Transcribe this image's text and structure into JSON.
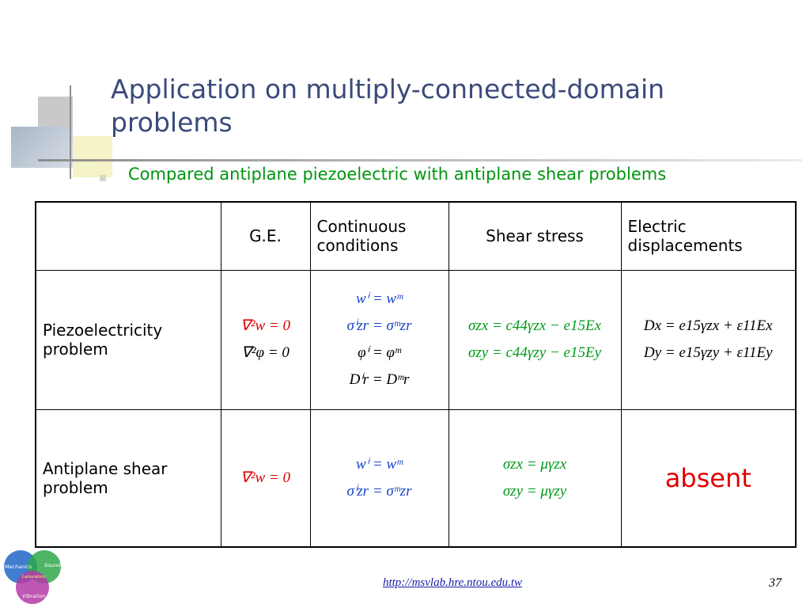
{
  "slide": {
    "title": "Application on multiply-connected-domain problems",
    "bullet": "Compared antiplane piezoelectric with antiplane shear problems",
    "page_number": "37"
  },
  "table": {
    "headers": [
      "",
      "G.E.",
      "Continuous conditions",
      "Shear stress",
      "Electric displacements"
    ],
    "rows": [
      {
        "label": "Piezoelectricity problem",
        "ge": [
          "∇²w = 0",
          "∇²φ = 0"
        ],
        "continuity": [
          "wⁱ = wᵐ",
          "σⁱzr = σᵐzr",
          "φⁱ = φᵐ",
          "Dⁱr = Dᵐr"
        ],
        "shear_stress": [
          "σzx = c44γzx − e15Ex",
          "σzy = c44γzy − e15Ey"
        ],
        "electric_displacements": [
          "Dx = e15γzx + ε11Ex",
          "Dy = e15γzy + ε11Ey"
        ]
      },
      {
        "label": "Antiplane shear problem",
        "ge": [
          "∇²w = 0"
        ],
        "continuity": [
          "wⁱ = wᵐ",
          "σⁱzr = σᵐzr"
        ],
        "shear_stress": [
          "σzx = μγzx",
          "σzy = μγzy"
        ],
        "electric_displacements": "absent"
      }
    ]
  },
  "footer": {
    "url": "http://msvlab.hre.ntou.edu.tw"
  },
  "logo": {
    "circles": [
      "Mechanics",
      "Sound",
      "Laboratory",
      "Vibration"
    ]
  },
  "colors": {
    "title": "#3b4a7a",
    "bullet": "#00960f",
    "ge": "#e00000",
    "continuity": "#1a47c8",
    "shear": "#009a1a",
    "absent": "#e00000"
  }
}
